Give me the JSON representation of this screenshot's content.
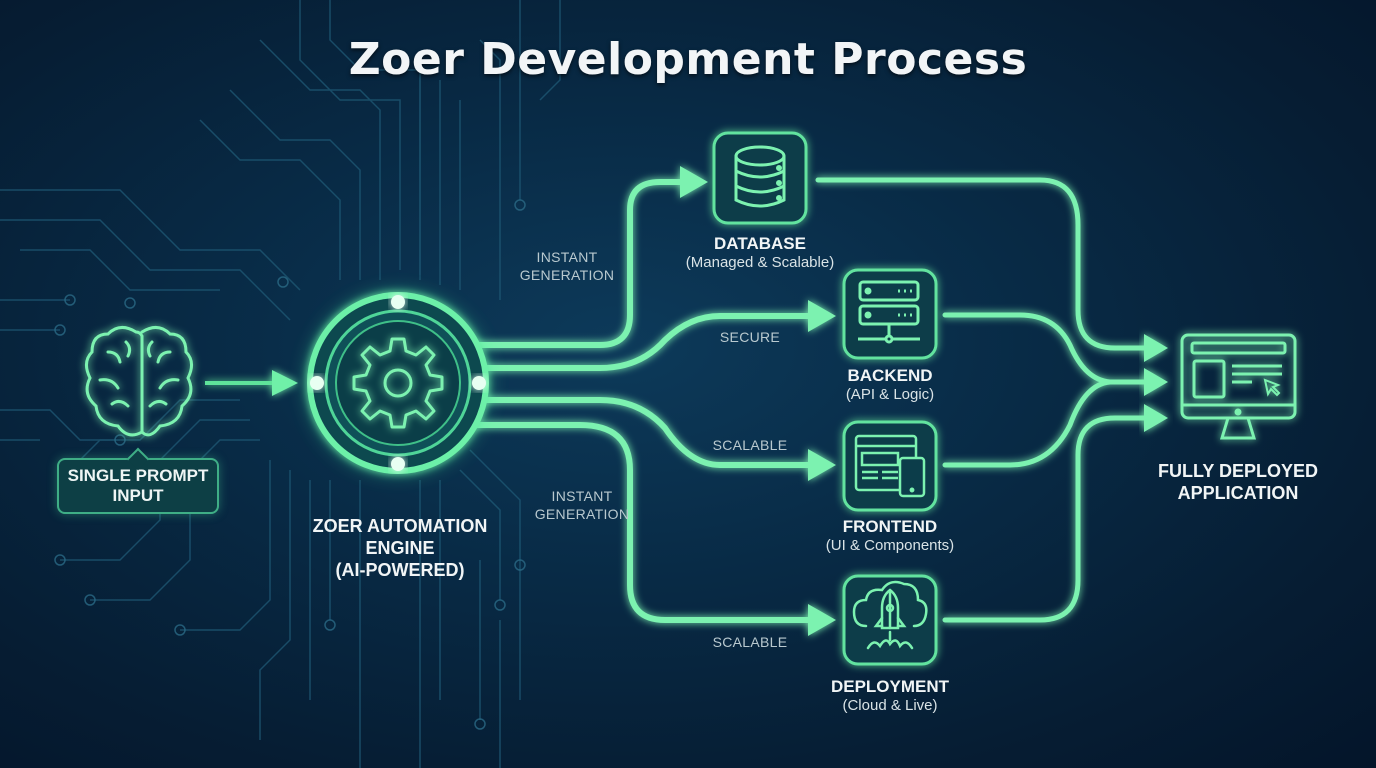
{
  "title": "Zoer Development Process",
  "colors": {
    "background": "#06203a",
    "accent_glow": "#6ff5a8",
    "accent_stroke": "#7cf2b0",
    "circuit": "#1e5470",
    "text": "#f1f5f6"
  },
  "input": {
    "icon": "brain-icon",
    "label_line1": "SINGLE PROMPT",
    "label_line2": "INPUT"
  },
  "engine": {
    "icon": "gear-icon",
    "label_line1": "ZOER AUTOMATION",
    "label_line2": "ENGINE",
    "label_line3": "(AI-POWERED)"
  },
  "edges": {
    "database": {
      "line1": "INSTANT",
      "line2": "GENERATION"
    },
    "backend": {
      "line1": "SECURE"
    },
    "frontend": {
      "line1": "SCALABLE"
    },
    "deployment_upper": {
      "line1": "INSTANT",
      "line2": "GENERATION"
    },
    "deployment": {
      "line1": "SCALABLE"
    }
  },
  "components": [
    {
      "id": "database",
      "icon": "database-icon",
      "title": "DATABASE",
      "subtitle": "(Managed & Scalable)"
    },
    {
      "id": "backend",
      "icon": "server-icon",
      "title": "BACKEND",
      "subtitle": "(API & Logic)"
    },
    {
      "id": "frontend",
      "icon": "browser-mobile-icon",
      "title": "FRONTEND",
      "subtitle": "(UI & Components)"
    },
    {
      "id": "deployment",
      "icon": "cloud-rocket-icon",
      "title": "DEPLOYMENT",
      "subtitle": "(Cloud & Live)"
    }
  ],
  "output": {
    "icon": "monitor-app-icon",
    "label_line1": "FULLY DEPLOYED",
    "label_line2": "APPLICATION"
  }
}
